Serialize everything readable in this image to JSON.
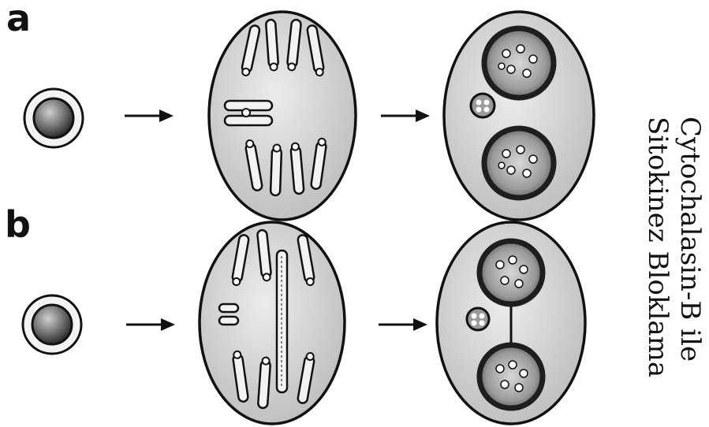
{
  "panels": [
    {
      "label": "a"
    },
    {
      "label": "b"
    }
  ],
  "title_lines": [
    "Cytochalasin-B ile",
    "Sitokinez Bloklama"
  ],
  "colors": {
    "ink": "#111111",
    "cell_fill": "#d9d9d9",
    "nucleus_fill": "#6f6f6f",
    "nucleus_dark": "#1e1e1e",
    "chromosome_fill": "#f2f2f2"
  }
}
